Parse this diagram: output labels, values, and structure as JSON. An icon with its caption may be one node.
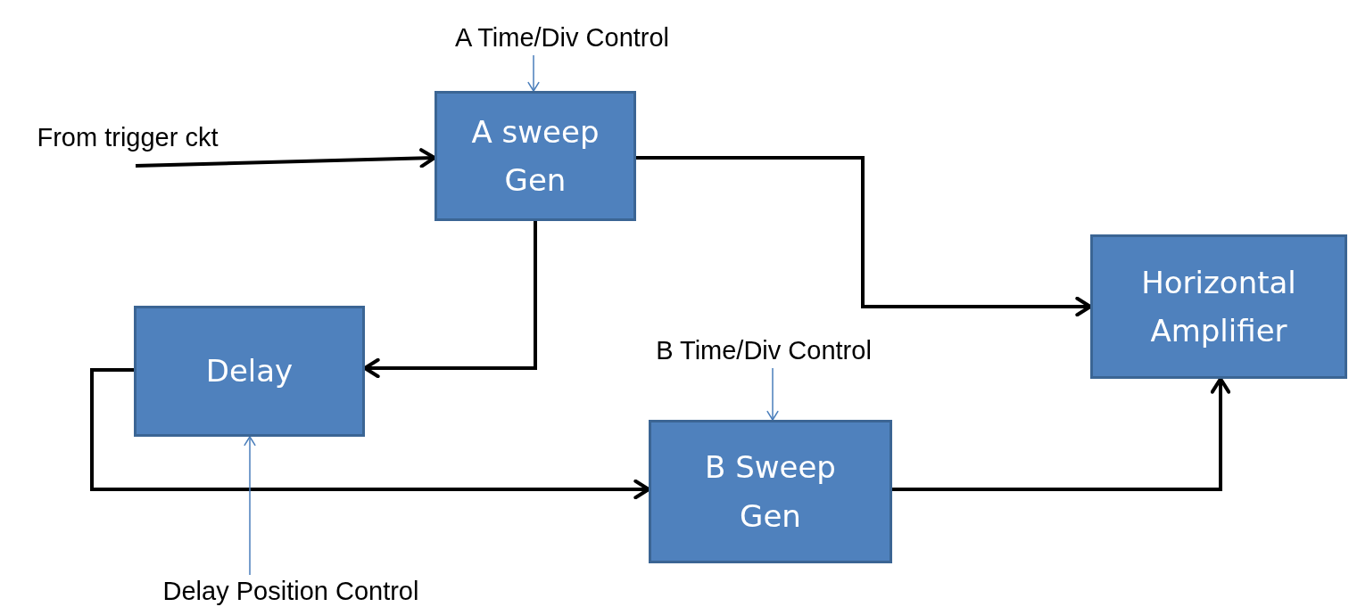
{
  "diagram": {
    "nodes": [
      {
        "text": [
          "A Time/Div Control"
        ]
      },
      {
        "text": [
          "A sweep Gen"
        ]
      },
      {
        "text": [
          "From trigger ckt"
        ]
      },
      {
        "text": [
          "Delay"
        ]
      },
      {
        "text": [
          "B Time/Div Control"
        ]
      },
      {
        "text": [
          "B Sweep Gen"
        ]
      },
      {
        "text": [
          "Horizontal Amplifier"
        ]
      },
      {
        "text": [
          "Delay Position Control"
        ]
      }
    ],
    "edges": [
      {
        "from": 0,
        "to": 1,
        "arrow": "to",
        "color": "#4a7ebb"
      },
      {
        "from": 2,
        "to": 1,
        "arrow": "to"
      },
      {
        "from": 1,
        "to": 6,
        "arrow": "to"
      },
      {
        "from": 1,
        "to": 3,
        "arrow": "to"
      },
      {
        "from": 3,
        "to": 5,
        "arrow": "to"
      },
      {
        "from": 5,
        "to": 6,
        "arrow": "to"
      },
      {
        "from": 4,
        "to": 5,
        "arrow": "to",
        "color": "#4a7ebb"
      },
      {
        "from": 7,
        "to": 3,
        "arrow": "to",
        "color": "#4a7ebb"
      }
    ]
  }
}
